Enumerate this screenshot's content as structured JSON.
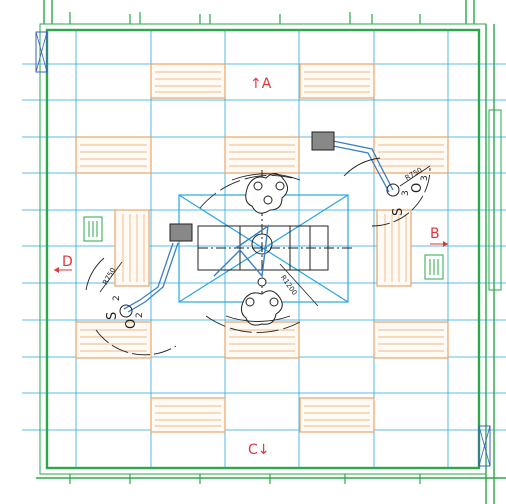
{
  "drawing": {
    "labels": {
      "dir_a": "↑A",
      "dir_b": "B",
      "dir_c": "C↓",
      "dir_d": "D",
      "s2": "S",
      "s2_sub": "2",
      "s3": "S",
      "s3_sub": "3",
      "o2": "O",
      "o2_sub": "2",
      "o3": "O",
      "o3_sub": "3",
      "r_left": "R750",
      "r_right": "R750",
      "r_center": "R1200"
    },
    "colors": {
      "grid": "#29a6e0",
      "wall": "#2aa84a",
      "pad": "#e8a56a",
      "arrow": "#e0363a",
      "ink": "#222222",
      "beam": "#3b7fc4"
    }
  }
}
